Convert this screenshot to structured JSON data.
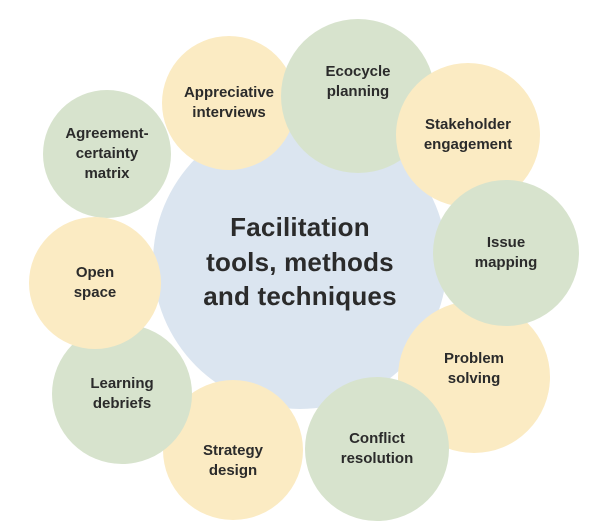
{
  "diagram": {
    "title": "Facilitation\ntools, methods\nand techniques",
    "colors": {
      "center": "#dbe5f0",
      "yellow": "#fbebc3",
      "green": "#d7e3cd",
      "text": "#2b2b2b",
      "background": "#ffffff"
    },
    "circles": [
      {
        "id": "appreciative-interviews",
        "label": "Appreciative\ninterviews",
        "color": "yellow"
      },
      {
        "id": "ecocycle-planning",
        "label": "Ecocycle\nplanning",
        "color": "green"
      },
      {
        "id": "stakeholder-engagement",
        "label": "Stakeholder\nengagement",
        "color": "yellow"
      },
      {
        "id": "issue-mapping",
        "label": "Issue\nmapping",
        "color": "green"
      },
      {
        "id": "problem-solving",
        "label": "Problem\nsolving",
        "color": "yellow"
      },
      {
        "id": "conflict-resolution",
        "label": "Conflict\nresolution",
        "color": "green"
      },
      {
        "id": "strategy-design",
        "label": "Strategy\ndesign",
        "color": "yellow"
      },
      {
        "id": "learning-debriefs",
        "label": "Learning\ndebriefs",
        "color": "green"
      },
      {
        "id": "open-space",
        "label": "Open\nspace",
        "color": "yellow"
      },
      {
        "id": "agreement-certainty-matrix",
        "label": "Agreement-\ncertainty\nmatrix",
        "color": "green"
      }
    ]
  }
}
